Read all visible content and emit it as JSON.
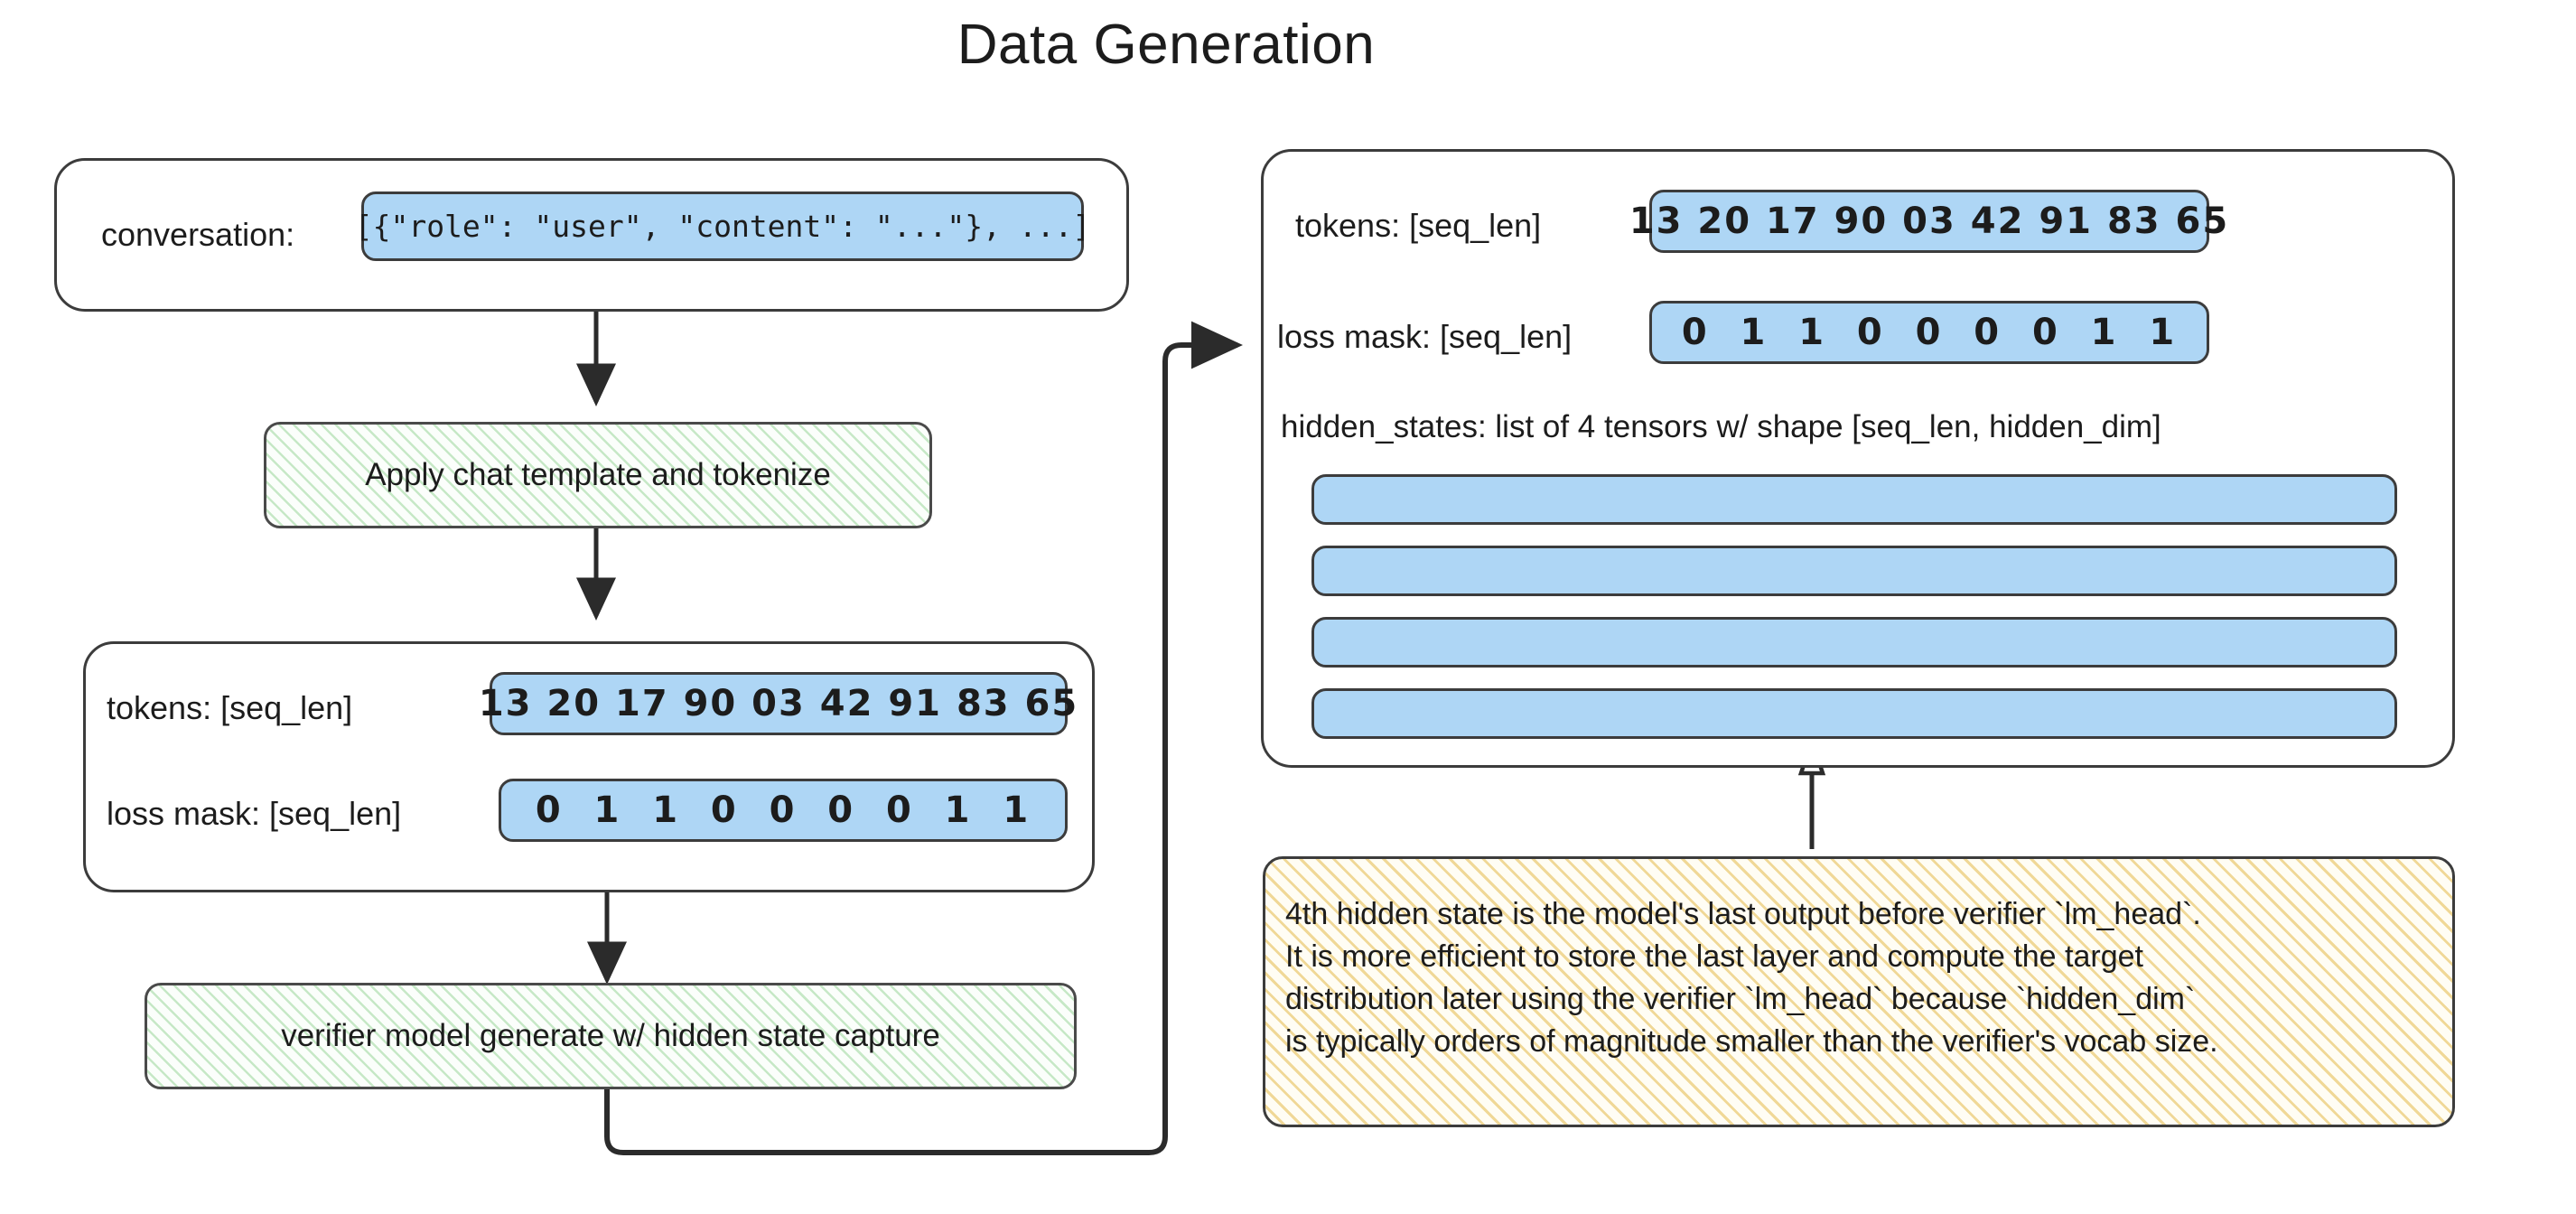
{
  "title": "Data Generation",
  "left_column": {
    "conversation_box": {
      "label": "conversation:",
      "value": "[{\"role\": \"user\", \"content\": \"...\"}, ...]"
    },
    "step_apply_template": "Apply chat template and tokenize",
    "tokens_box": {
      "tokens_label": "tokens: [seq_len]",
      "tokens_value": "13 20 17 90 03 42 91 83 65",
      "loss_mask_label": "loss mask: [seq_len]",
      "loss_mask_value": "0  1  1  0  0  0  0  1  1"
    },
    "step_verifier_generate": "verifier model generate w/ hidden state capture"
  },
  "right_column": {
    "output_box": {
      "tokens_label": "tokens: [seq_len]",
      "tokens_value": "13 20 17 90 03 42 91 83 65",
      "loss_mask_label": "loss mask: [seq_len]",
      "loss_mask_value": "0  1  1  0  0  0  0  1  1",
      "hidden_states_label": "hidden_states: list of 4 tensors w/ shape [seq_len, hidden_dim]",
      "hidden_state_bars": 4,
      "bracket_open": "[",
      "bracket_close": "]"
    },
    "note": "4th hidden state is the model's last output before verifier `lm_head`.\nIt is more efficient to store the last layer and compute the target\ndistribution later using the verifier `lm_head` because `hidden_dim`\nis typically orders of magnitude smaller than the verifier's vocab size."
  },
  "colors": {
    "pill_fill": "#aed6f5",
    "stroke": "#3c3c3c",
    "process_hatch": "#78c878",
    "note_hatch": "#e4ba4a",
    "background": "#ffffff",
    "text": "#1c1c1c"
  }
}
